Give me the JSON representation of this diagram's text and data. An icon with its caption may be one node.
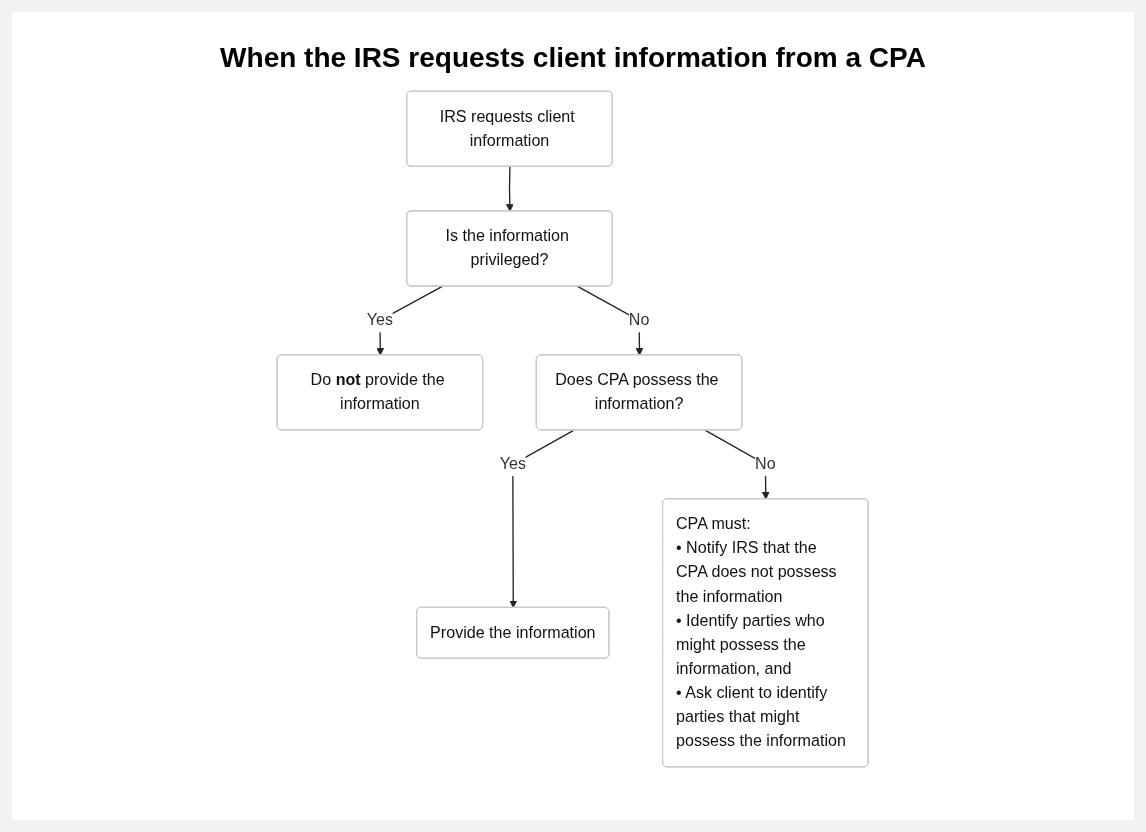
{
  "diagram": {
    "title": "When the IRS requests client information from a CPA",
    "nodes": [
      {
        "text": [
          "IRS requests client information"
        ]
      },
      {
        "text": [
          "Is the information privileged?"
        ]
      },
      {
        "text": [
          "Do **not** provide the information"
        ]
      },
      {
        "text": [
          "Does CPA possess the information?"
        ]
      },
      {
        "text": [
          "Provide the information"
        ]
      },
      {
        "text": [
          "CPA must:",
          "• Notify IRS that the CPA does not possess the information",
          "• Identify parties who might possess the information, and",
          "• Ask client to identify parties that might possess the information"
        ]
      }
    ],
    "edges": [
      {
        "from": 0,
        "to": 1,
        "arrow": "to"
      },
      {
        "from": 1,
        "to": 2,
        "arrow": "to",
        "label": "Yes"
      },
      {
        "from": 1,
        "to": 3,
        "arrow": "to",
        "label": "No"
      },
      {
        "from": 3,
        "to": 4,
        "arrow": "to",
        "label": "Yes"
      },
      {
        "from": 3,
        "to": 5,
        "arrow": "to",
        "label": "No"
      }
    ]
  }
}
